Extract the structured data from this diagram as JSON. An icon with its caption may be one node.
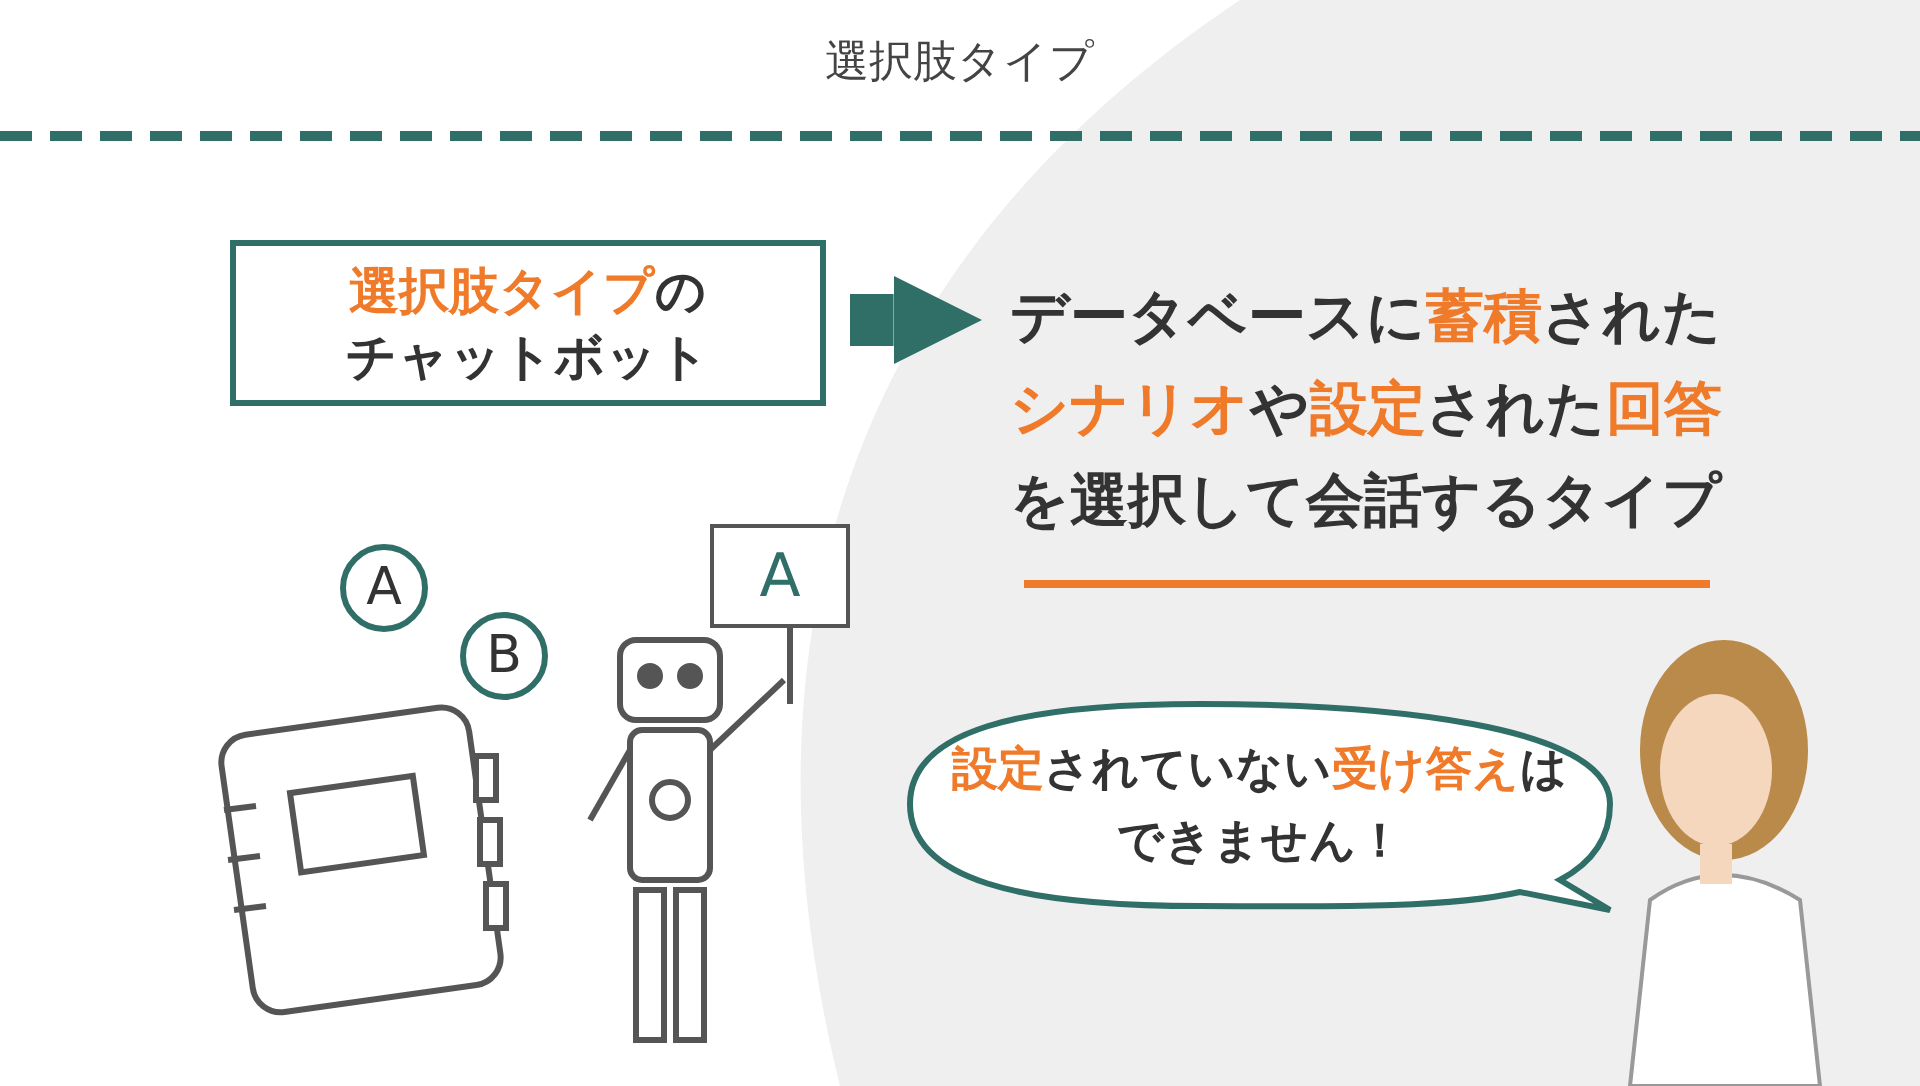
{
  "diagram": {
    "title": "選択肢タイプ",
    "nodes": [
      {
        "text": [
          "**選択肢タイプ**のチャットボット"
        ]
      },
      {
        "text": [
          "データベースに**蓄積**された**シナリオ**や**設定**された**回答**を選択して会話するタイプ"
        ]
      },
      {
        "text": [
          "A"
        ]
      },
      {
        "text": [
          "B"
        ]
      },
      {
        "text": [
          "A"
        ]
      },
      {
        "text": [
          "**設定**されていない**受け答え**はできません！"
        ]
      }
    ],
    "edges": [
      {
        "from": 0,
        "to": 1,
        "arrow": "to"
      }
    ]
  }
}
